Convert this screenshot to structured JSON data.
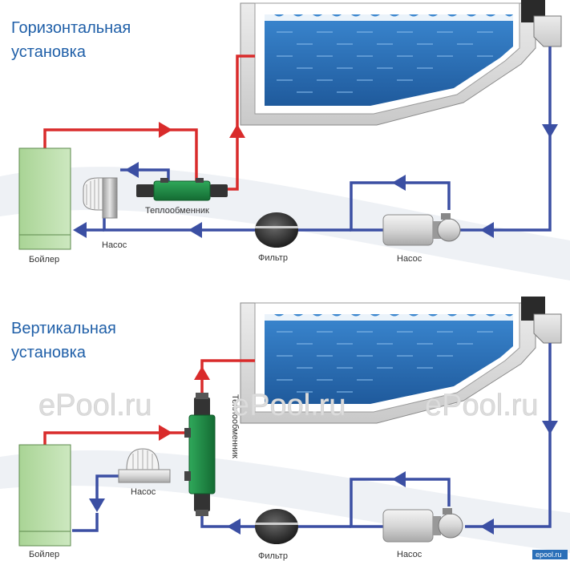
{
  "colors": {
    "hot_pipe": "#d92b2b",
    "cold_pipe": "#3b4fa3",
    "water": "#2c6fb5",
    "boiler": "#b8dca8",
    "exchanger": "#1e8a45",
    "title": "#1f5fa8"
  },
  "horizontal": {
    "title_line1": "Горизонтальная",
    "title_line2": "установка",
    "boiler_label": "Бойлер",
    "pump_small_label": "Насос",
    "exchanger_label": "Теплообменник",
    "filter_label": "Фильтр",
    "pump_label": "Насос"
  },
  "vertical": {
    "title_line1": "Вертикальная",
    "title_line2": "установка",
    "boiler_label": "Бойлер",
    "pump_small_label": "Насос",
    "exchanger_label": "Теплообменник",
    "filter_label": "Фильтр",
    "pump_label": "Насос"
  },
  "watermark": "ePool.ru",
  "corner_logo": "epool.ru"
}
